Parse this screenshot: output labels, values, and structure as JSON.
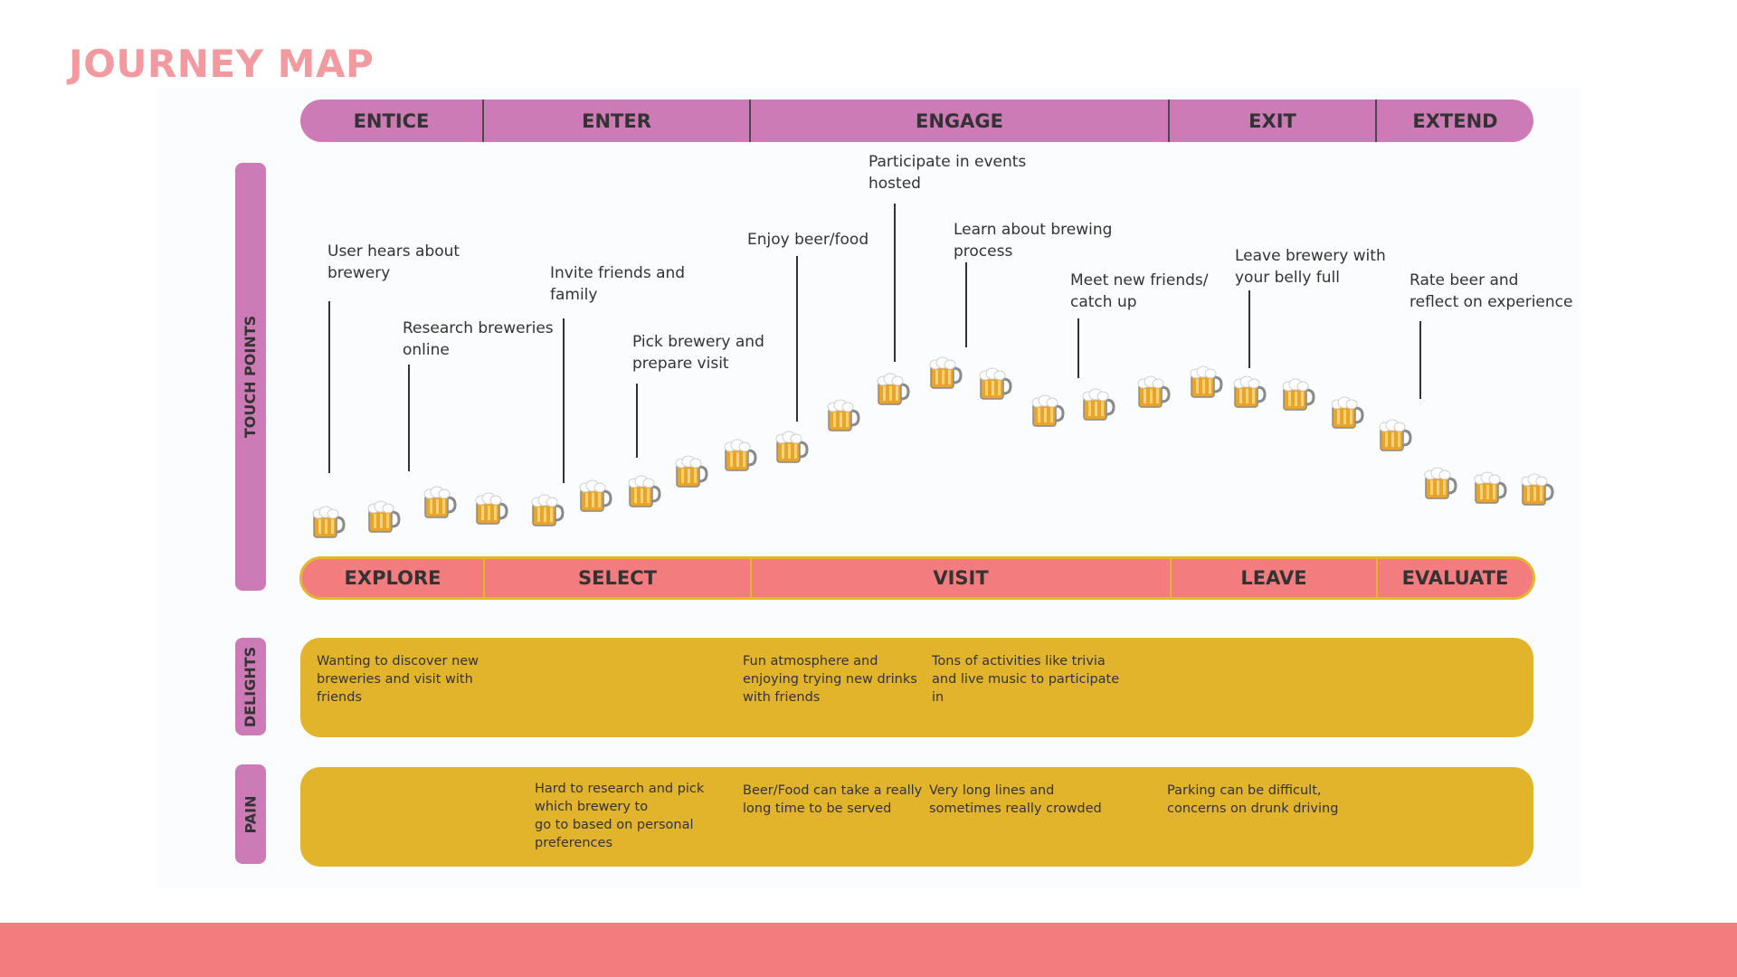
{
  "title": "JOURNEY MAP",
  "colors": {
    "title": "#f29aa0",
    "stage_bar": "#cd7bb6",
    "phase_bar": "#f27c7e",
    "phase_border": "#e5b52c",
    "band": "#e2b42c",
    "side_label": "#cd7bb6",
    "footer": "#f27c7e",
    "beer": "#e9a52a"
  },
  "stages": [
    "ENTICE",
    "ENTER",
    "ENGAGE",
    "EXIT",
    "EXTEND"
  ],
  "phases": [
    "EXPLORE",
    "SELECT",
    "VISIT",
    "LEAVE",
    "EVALUATE"
  ],
  "side_labels": {
    "touch_points": "TOUCH POINTS",
    "delights": "DELIGHTS",
    "pain": "PAIN"
  },
  "touch_points": [
    "User hears about\nbrewery",
    "Research breweries\nonline",
    "Invite friends and\nfamily",
    "Pick brewery and\nprepare visit",
    "Enjoy beer/food",
    "Participate in events\nhosted",
    "Learn about brewing\nprocess",
    "Meet new friends/\ncatch up",
    "Leave brewery with\nyour belly full",
    "Rate beer and\n reflect on experience"
  ],
  "delights": [
    "Wanting to discover new\nbreweries and visit with\nfriends",
    "Fun atmosphere and\nenjoying trying new drinks\nwith friends",
    "Tons of activities like trivia\nand live music to participate\nin"
  ],
  "pains": [
    "Hard to research and pick\nwhich brewery to\ngo to based on personal\npreferences",
    "Beer/Food can take a really\nlong time to be served",
    "Very long lines and\nsometimes really crowded",
    "Parking can be difficult,\nconcerns on drunk driving"
  ],
  "icons": {
    "mug": "beer-mug-icon"
  }
}
